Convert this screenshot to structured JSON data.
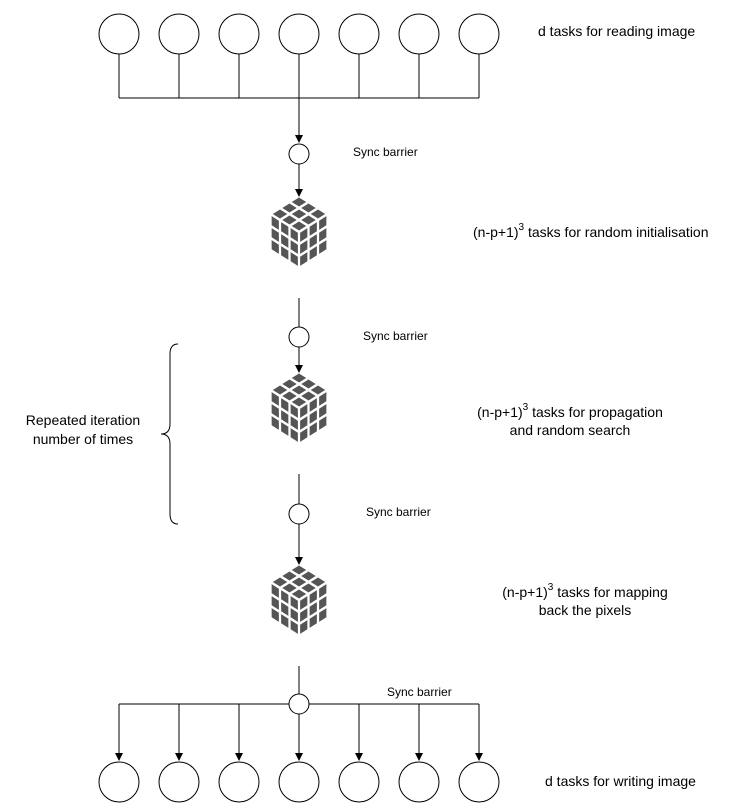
{
  "labels": {
    "read_tasks": "d tasks for reading image",
    "sync_1": "Sync barrier",
    "sync_2": "Sync barrier",
    "sync_3": "Sync barrier",
    "sync_4": "Sync barrier",
    "init_prefix": "(n-p+1)",
    "init_exp": "3",
    "init_suffix": " tasks for random initialisation",
    "prop_prefix": "(n-p+1)",
    "prop_exp": "3",
    "prop_suffix": " tasks for propagation",
    "prop_line2": "and random search",
    "map_prefix": "(n-p+1)",
    "map_exp": "3",
    "map_suffix": " tasks for mapping",
    "map_line2": "back the pixels",
    "repeat_line1": "Repeated iteration",
    "repeat_line2": "number of times",
    "write_tasks": "d tasks for writing image"
  },
  "colors": {
    "cube": "#555555",
    "line": "#000000"
  }
}
